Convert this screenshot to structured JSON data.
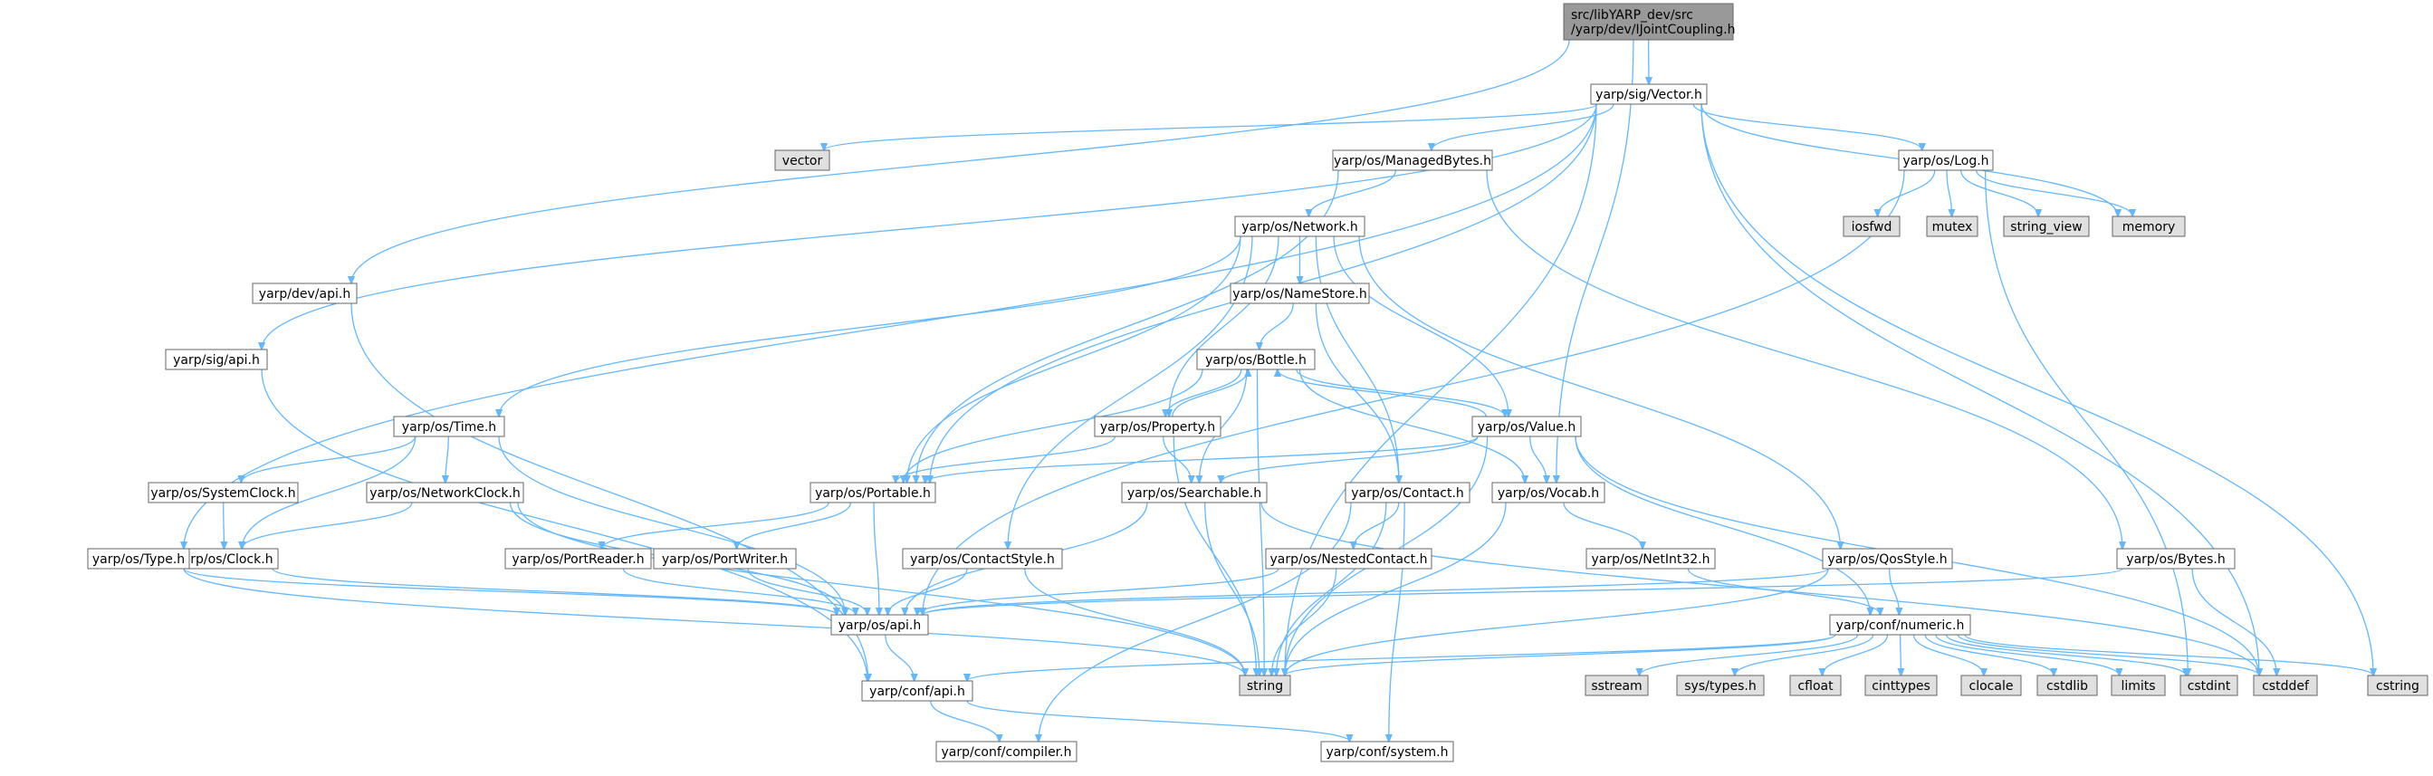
{
  "graph": {
    "kind": "include-dependency-graph",
    "colors": {
      "root_fill": "#999999",
      "header_fill": "#ffffff",
      "system_fill": "#e0e0e0",
      "border": "#666666",
      "edge": "#63B8FF"
    },
    "nodes": [
      {
        "id": "root",
        "lines": [
          "src/libYARP_dev/src",
          "/yarp/dev/IJointCoupling.h"
        ],
        "kind": "root"
      },
      {
        "id": "vector_h",
        "lines": [
          "yarp/sig/Vector.h"
        ],
        "kind": "header"
      },
      {
        "id": "dev_api",
        "lines": [
          "yarp/dev/api.h"
        ],
        "kind": "header"
      },
      {
        "id": "sig_api",
        "lines": [
          "yarp/sig/api.h"
        ],
        "kind": "header"
      },
      {
        "id": "vector",
        "lines": [
          "vector"
        ],
        "kind": "system"
      },
      {
        "id": "managedbytes",
        "lines": [
          "yarp/os/ManagedBytes.h"
        ],
        "kind": "header"
      },
      {
        "id": "log",
        "lines": [
          "yarp/os/Log.h"
        ],
        "kind": "header"
      },
      {
        "id": "iosfwd",
        "lines": [
          "iosfwd"
        ],
        "kind": "system"
      },
      {
        "id": "mutex",
        "lines": [
          "mutex"
        ],
        "kind": "system"
      },
      {
        "id": "string_view",
        "lines": [
          "string_view"
        ],
        "kind": "system"
      },
      {
        "id": "memory",
        "lines": [
          "memory"
        ],
        "kind": "system"
      },
      {
        "id": "network",
        "lines": [
          "yarp/os/Network.h"
        ],
        "kind": "header"
      },
      {
        "id": "namestore",
        "lines": [
          "yarp/os/NameStore.h"
        ],
        "kind": "header"
      },
      {
        "id": "bottle",
        "lines": [
          "yarp/os/Bottle.h"
        ],
        "kind": "header"
      },
      {
        "id": "time",
        "lines": [
          "yarp/os/Time.h"
        ],
        "kind": "header"
      },
      {
        "id": "property",
        "lines": [
          "yarp/os/Property.h"
        ],
        "kind": "header"
      },
      {
        "id": "value",
        "lines": [
          "yarp/os/Value.h"
        ],
        "kind": "header"
      },
      {
        "id": "systemclock",
        "lines": [
          "yarp/os/SystemClock.h"
        ],
        "kind": "header"
      },
      {
        "id": "networkclock",
        "lines": [
          "yarp/os/NetworkClock.h"
        ],
        "kind": "header"
      },
      {
        "id": "portable",
        "lines": [
          "yarp/os/Portable.h"
        ],
        "kind": "header"
      },
      {
        "id": "searchable",
        "lines": [
          "yarp/os/Searchable.h"
        ],
        "kind": "header"
      },
      {
        "id": "contact",
        "lines": [
          "yarp/os/Contact.h"
        ],
        "kind": "header"
      },
      {
        "id": "vocab",
        "lines": [
          "yarp/os/Vocab.h"
        ],
        "kind": "header"
      },
      {
        "id": "clock",
        "lines": [
          "yarp/os/Clock.h"
        ],
        "kind": "header"
      },
      {
        "id": "type",
        "lines": [
          "yarp/os/Type.h"
        ],
        "kind": "header"
      },
      {
        "id": "portreader",
        "lines": [
          "yarp/os/PortReader.h"
        ],
        "kind": "header"
      },
      {
        "id": "portwriter",
        "lines": [
          "yarp/os/PortWriter.h"
        ],
        "kind": "header"
      },
      {
        "id": "contactstyle",
        "lines": [
          "yarp/os/ContactStyle.h"
        ],
        "kind": "header"
      },
      {
        "id": "nestedcontact",
        "lines": [
          "yarp/os/NestedContact.h"
        ],
        "kind": "header"
      },
      {
        "id": "netint32",
        "lines": [
          "yarp/os/NetInt32.h"
        ],
        "kind": "header"
      },
      {
        "id": "qosstyle",
        "lines": [
          "yarp/os/QosStyle.h"
        ],
        "kind": "header"
      },
      {
        "id": "bytes",
        "lines": [
          "yarp/os/Bytes.h"
        ],
        "kind": "header"
      },
      {
        "id": "os_api",
        "lines": [
          "yarp/os/api.h"
        ],
        "kind": "header"
      },
      {
        "id": "numeric",
        "lines": [
          "yarp/conf/numeric.h"
        ],
        "kind": "header"
      },
      {
        "id": "string",
        "lines": [
          "string"
        ],
        "kind": "system"
      },
      {
        "id": "conf_api",
        "lines": [
          "yarp/conf/api.h"
        ],
        "kind": "header"
      },
      {
        "id": "sstream",
        "lines": [
          "sstream"
        ],
        "kind": "system"
      },
      {
        "id": "systypes",
        "lines": [
          "sys/types.h"
        ],
        "kind": "system"
      },
      {
        "id": "cfloat",
        "lines": [
          "cfloat"
        ],
        "kind": "system"
      },
      {
        "id": "cinttypes",
        "lines": [
          "cinttypes"
        ],
        "kind": "system"
      },
      {
        "id": "clocale",
        "lines": [
          "clocale"
        ],
        "kind": "system"
      },
      {
        "id": "cstdlib",
        "lines": [
          "cstdlib"
        ],
        "kind": "system"
      },
      {
        "id": "limits",
        "lines": [
          "limits"
        ],
        "kind": "system"
      },
      {
        "id": "cstdint",
        "lines": [
          "cstdint"
        ],
        "kind": "system"
      },
      {
        "id": "cstddef",
        "lines": [
          "cstddef"
        ],
        "kind": "system"
      },
      {
        "id": "cstring",
        "lines": [
          "cstring"
        ],
        "kind": "system"
      },
      {
        "id": "compiler",
        "lines": [
          "yarp/conf/compiler.h"
        ],
        "kind": "header"
      },
      {
        "id": "system",
        "lines": [
          "yarp/conf/system.h"
        ],
        "kind": "header"
      }
    ],
    "edges": [
      [
        "root",
        "vector_h"
      ],
      [
        "root",
        "dev_api"
      ],
      [
        "root",
        "vocab"
      ],
      [
        "vector_h",
        "vector"
      ],
      [
        "vector_h",
        "managedbytes"
      ],
      [
        "vector_h",
        "log"
      ],
      [
        "vector_h",
        "memory"
      ],
      [
        "vector_h",
        "sig_api"
      ],
      [
        "vector_h",
        "portable"
      ],
      [
        "vector_h",
        "type"
      ],
      [
        "vector_h",
        "string"
      ],
      [
        "vector_h",
        "cstddef"
      ],
      [
        "vector_h",
        "cstring"
      ],
      [
        "dev_api",
        "conf_api"
      ],
      [
        "sig_api",
        "conf_api"
      ],
      [
        "log",
        "iosfwd"
      ],
      [
        "log",
        "mutex"
      ],
      [
        "log",
        "string_view"
      ],
      [
        "log",
        "memory"
      ],
      [
        "log",
        "os_api"
      ],
      [
        "log",
        "cstdint"
      ],
      [
        "managedbytes",
        "network"
      ],
      [
        "managedbytes",
        "portable"
      ],
      [
        "managedbytes",
        "bytes"
      ],
      [
        "network",
        "namestore"
      ],
      [
        "network",
        "time"
      ],
      [
        "network",
        "property"
      ],
      [
        "network",
        "value"
      ],
      [
        "network",
        "portable"
      ],
      [
        "network",
        "contactstyle"
      ],
      [
        "network",
        "contact"
      ],
      [
        "network",
        "qosstyle"
      ],
      [
        "namestore",
        "bottle"
      ],
      [
        "namestore",
        "contact"
      ],
      [
        "bottle",
        "property"
      ],
      [
        "bottle",
        "value"
      ],
      [
        "bottle",
        "portable"
      ],
      [
        "bottle",
        "searchable"
      ],
      [
        "bottle",
        "vocab"
      ],
      [
        "bottle",
        "string"
      ],
      [
        "property",
        "bottle"
      ],
      [
        "property",
        "portable"
      ],
      [
        "property",
        "searchable"
      ],
      [
        "property",
        "string"
      ],
      [
        "value",
        "bottle"
      ],
      [
        "value",
        "portable"
      ],
      [
        "value",
        "searchable"
      ],
      [
        "value",
        "vocab"
      ],
      [
        "value",
        "string"
      ],
      [
        "value",
        "numeric"
      ],
      [
        "value",
        "cstddef"
      ],
      [
        "time",
        "systemclock"
      ],
      [
        "time",
        "networkclock"
      ],
      [
        "time",
        "clock"
      ],
      [
        "time",
        "os_api"
      ],
      [
        "systemclock",
        "clock"
      ],
      [
        "networkclock",
        "clock"
      ],
      [
        "networkclock",
        "os_api"
      ],
      [
        "networkclock",
        "string"
      ],
      [
        "portable",
        "portreader"
      ],
      [
        "portable",
        "portwriter"
      ],
      [
        "portable",
        "os_api"
      ],
      [
        "searchable",
        "os_api"
      ],
      [
        "searchable",
        "string"
      ],
      [
        "searchable",
        "cstddef"
      ],
      [
        "contact",
        "nestedcontact"
      ],
      [
        "contact",
        "string"
      ],
      [
        "contact",
        "compiler"
      ],
      [
        "contact",
        "system"
      ],
      [
        "vocab",
        "netint32"
      ],
      [
        "vocab",
        "string"
      ],
      [
        "clock",
        "os_api"
      ],
      [
        "type",
        "os_api"
      ],
      [
        "type",
        "string"
      ],
      [
        "portreader",
        "os_api"
      ],
      [
        "portwriter",
        "os_api"
      ],
      [
        "contactstyle",
        "os_api"
      ],
      [
        "contactstyle",
        "string"
      ],
      [
        "nestedcontact",
        "os_api"
      ],
      [
        "nestedcontact",
        "string"
      ],
      [
        "netint32",
        "numeric"
      ],
      [
        "qosstyle",
        "os_api"
      ],
      [
        "qosstyle",
        "numeric"
      ],
      [
        "qosstyle",
        "string"
      ],
      [
        "bytes",
        "os_api"
      ],
      [
        "bytes",
        "cstddef"
      ],
      [
        "os_api",
        "conf_api"
      ],
      [
        "numeric",
        "conf_api"
      ],
      [
        "numeric",
        "string"
      ],
      [
        "numeric",
        "sstream"
      ],
      [
        "numeric",
        "systypes"
      ],
      [
        "numeric",
        "cfloat"
      ],
      [
        "numeric",
        "cinttypes"
      ],
      [
        "numeric",
        "clocale"
      ],
      [
        "numeric",
        "cstdlib"
      ],
      [
        "numeric",
        "limits"
      ],
      [
        "numeric",
        "cstdint"
      ],
      [
        "numeric",
        "cstddef"
      ],
      [
        "numeric",
        "cstring"
      ],
      [
        "conf_api",
        "compiler"
      ],
      [
        "conf_api",
        "system"
      ]
    ]
  }
}
